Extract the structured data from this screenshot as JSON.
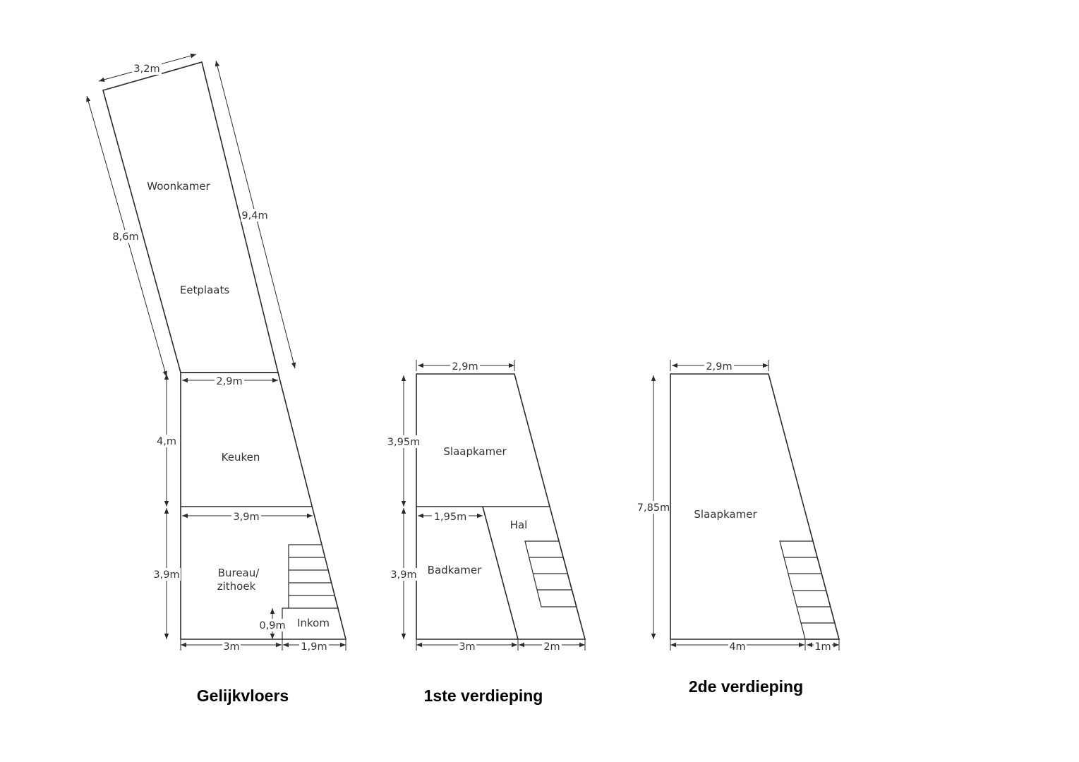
{
  "floors": {
    "ground": {
      "title": "Gelijkvloers",
      "rooms": {
        "woonkamer": "Woonkamer",
        "eetplaats": "Eetplaats",
        "keuken": "Keuken",
        "bureau_line1": "Bureau/",
        "bureau_line2": "zithoek",
        "inkom": "Inkom"
      },
      "dimensions": {
        "top_width": "3,2m",
        "left_length": "8,6m",
        "right_length": "9,4m",
        "kitchen_width": "2,9m",
        "kitchen_height": "4,m",
        "bureau_width": "3,9m",
        "bureau_height": "3,9m",
        "inkom_height": "0,9m",
        "bottom_left": "3m",
        "bottom_right": "1,9m"
      }
    },
    "first": {
      "title": "1ste verdieping",
      "rooms": {
        "slaapkamer": "Slaapkamer",
        "hal": "Hal",
        "badkamer": "Badkamer"
      },
      "dimensions": {
        "top_width": "2,9m",
        "upper_height": "3,95m",
        "bath_width": "1,95m",
        "lower_height": "3,9m",
        "bottom_left": "3m",
        "bottom_right": "2m"
      }
    },
    "second": {
      "title": "2de verdieping",
      "rooms": {
        "slaapkamer": "Slaapkamer"
      },
      "dimensions": {
        "top_width": "2,9m",
        "height": "7,85m",
        "bottom_left": "4m",
        "bottom_right": "1m"
      }
    }
  }
}
